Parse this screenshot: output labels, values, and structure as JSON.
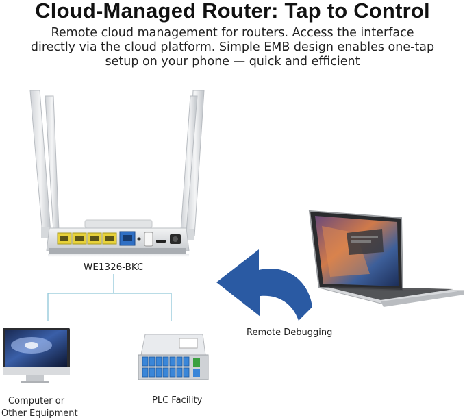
{
  "header": {
    "title": "Cloud-Managed Router: Tap to Control",
    "subtitle_lines": [
      "Remote cloud management for routers. Access the interface",
      "directly via the cloud platform. Simple EMB design enables one-tap",
      "setup on your phone — quick and efficient"
    ]
  },
  "router": {
    "model": "WE1326-BKC"
  },
  "flow": {
    "arrow_label": "Remote Debugging"
  },
  "devices": {
    "computer_label_lines": [
      "Computer or",
      "Other Equipment"
    ],
    "plc_label": "PLC Facility"
  },
  "colors": {
    "arrow_blue": "#2a5aa3",
    "connector_line": "#8fc7d8",
    "lan_port_yellow": "#e8d23a",
    "wan_port_blue": "#2f6fc4",
    "plc_port_blue": "#3a86d8"
  }
}
